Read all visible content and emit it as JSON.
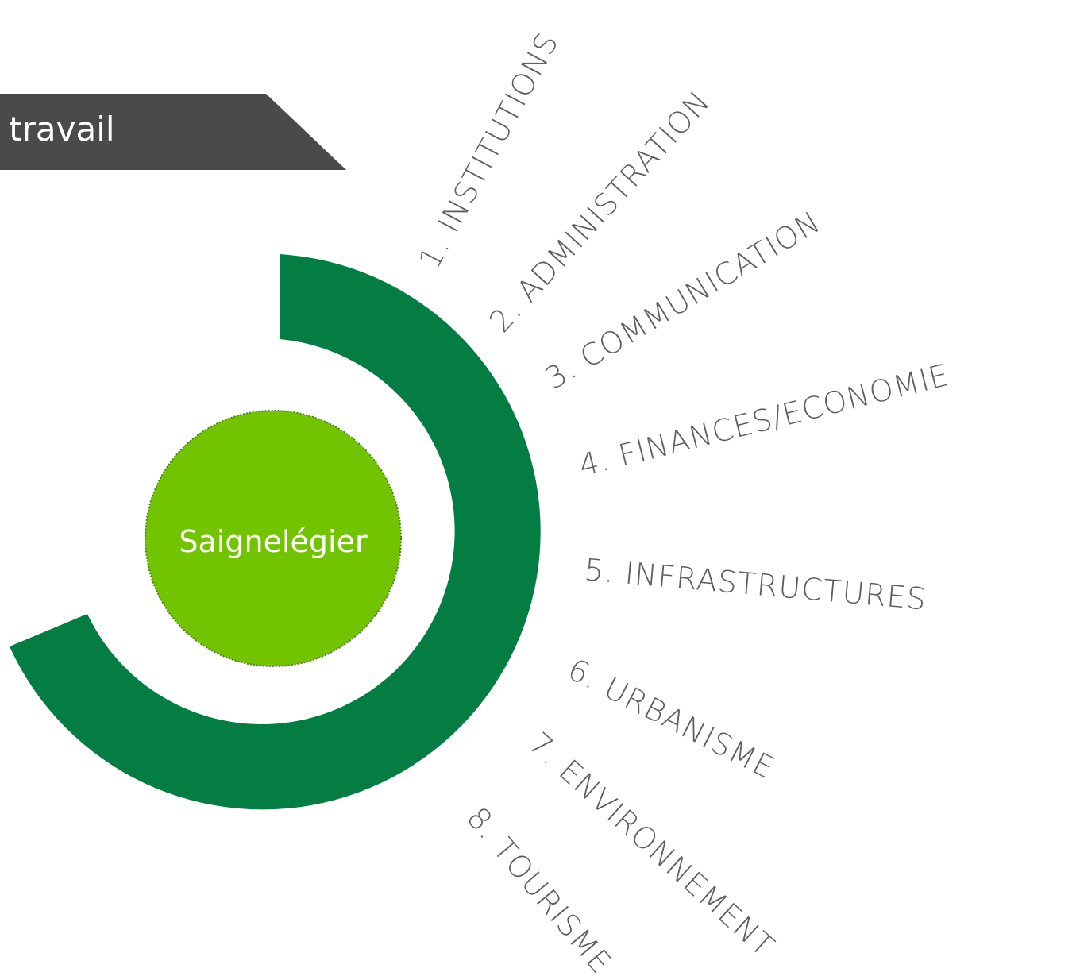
{
  "banner": {
    "title": "e travail"
  },
  "center": {
    "label": "Saignelégier"
  },
  "categories": [
    "1. INSTITUTIONS",
    "2. ADMINISTRATION",
    "3. COMMUNICATION",
    "4. FINANCES/ECONOMIE",
    "5. INFRASTRUCTURES",
    "6. URBANISME",
    "7. ENVIRONNEMENT",
    "8. TOURISME"
  ],
  "colors": {
    "ring": "#037d42",
    "center_fill": "#72c300",
    "center_border": "#4f7f23",
    "banner": "#4a4a4a",
    "label_text": "#5f5f5f"
  }
}
